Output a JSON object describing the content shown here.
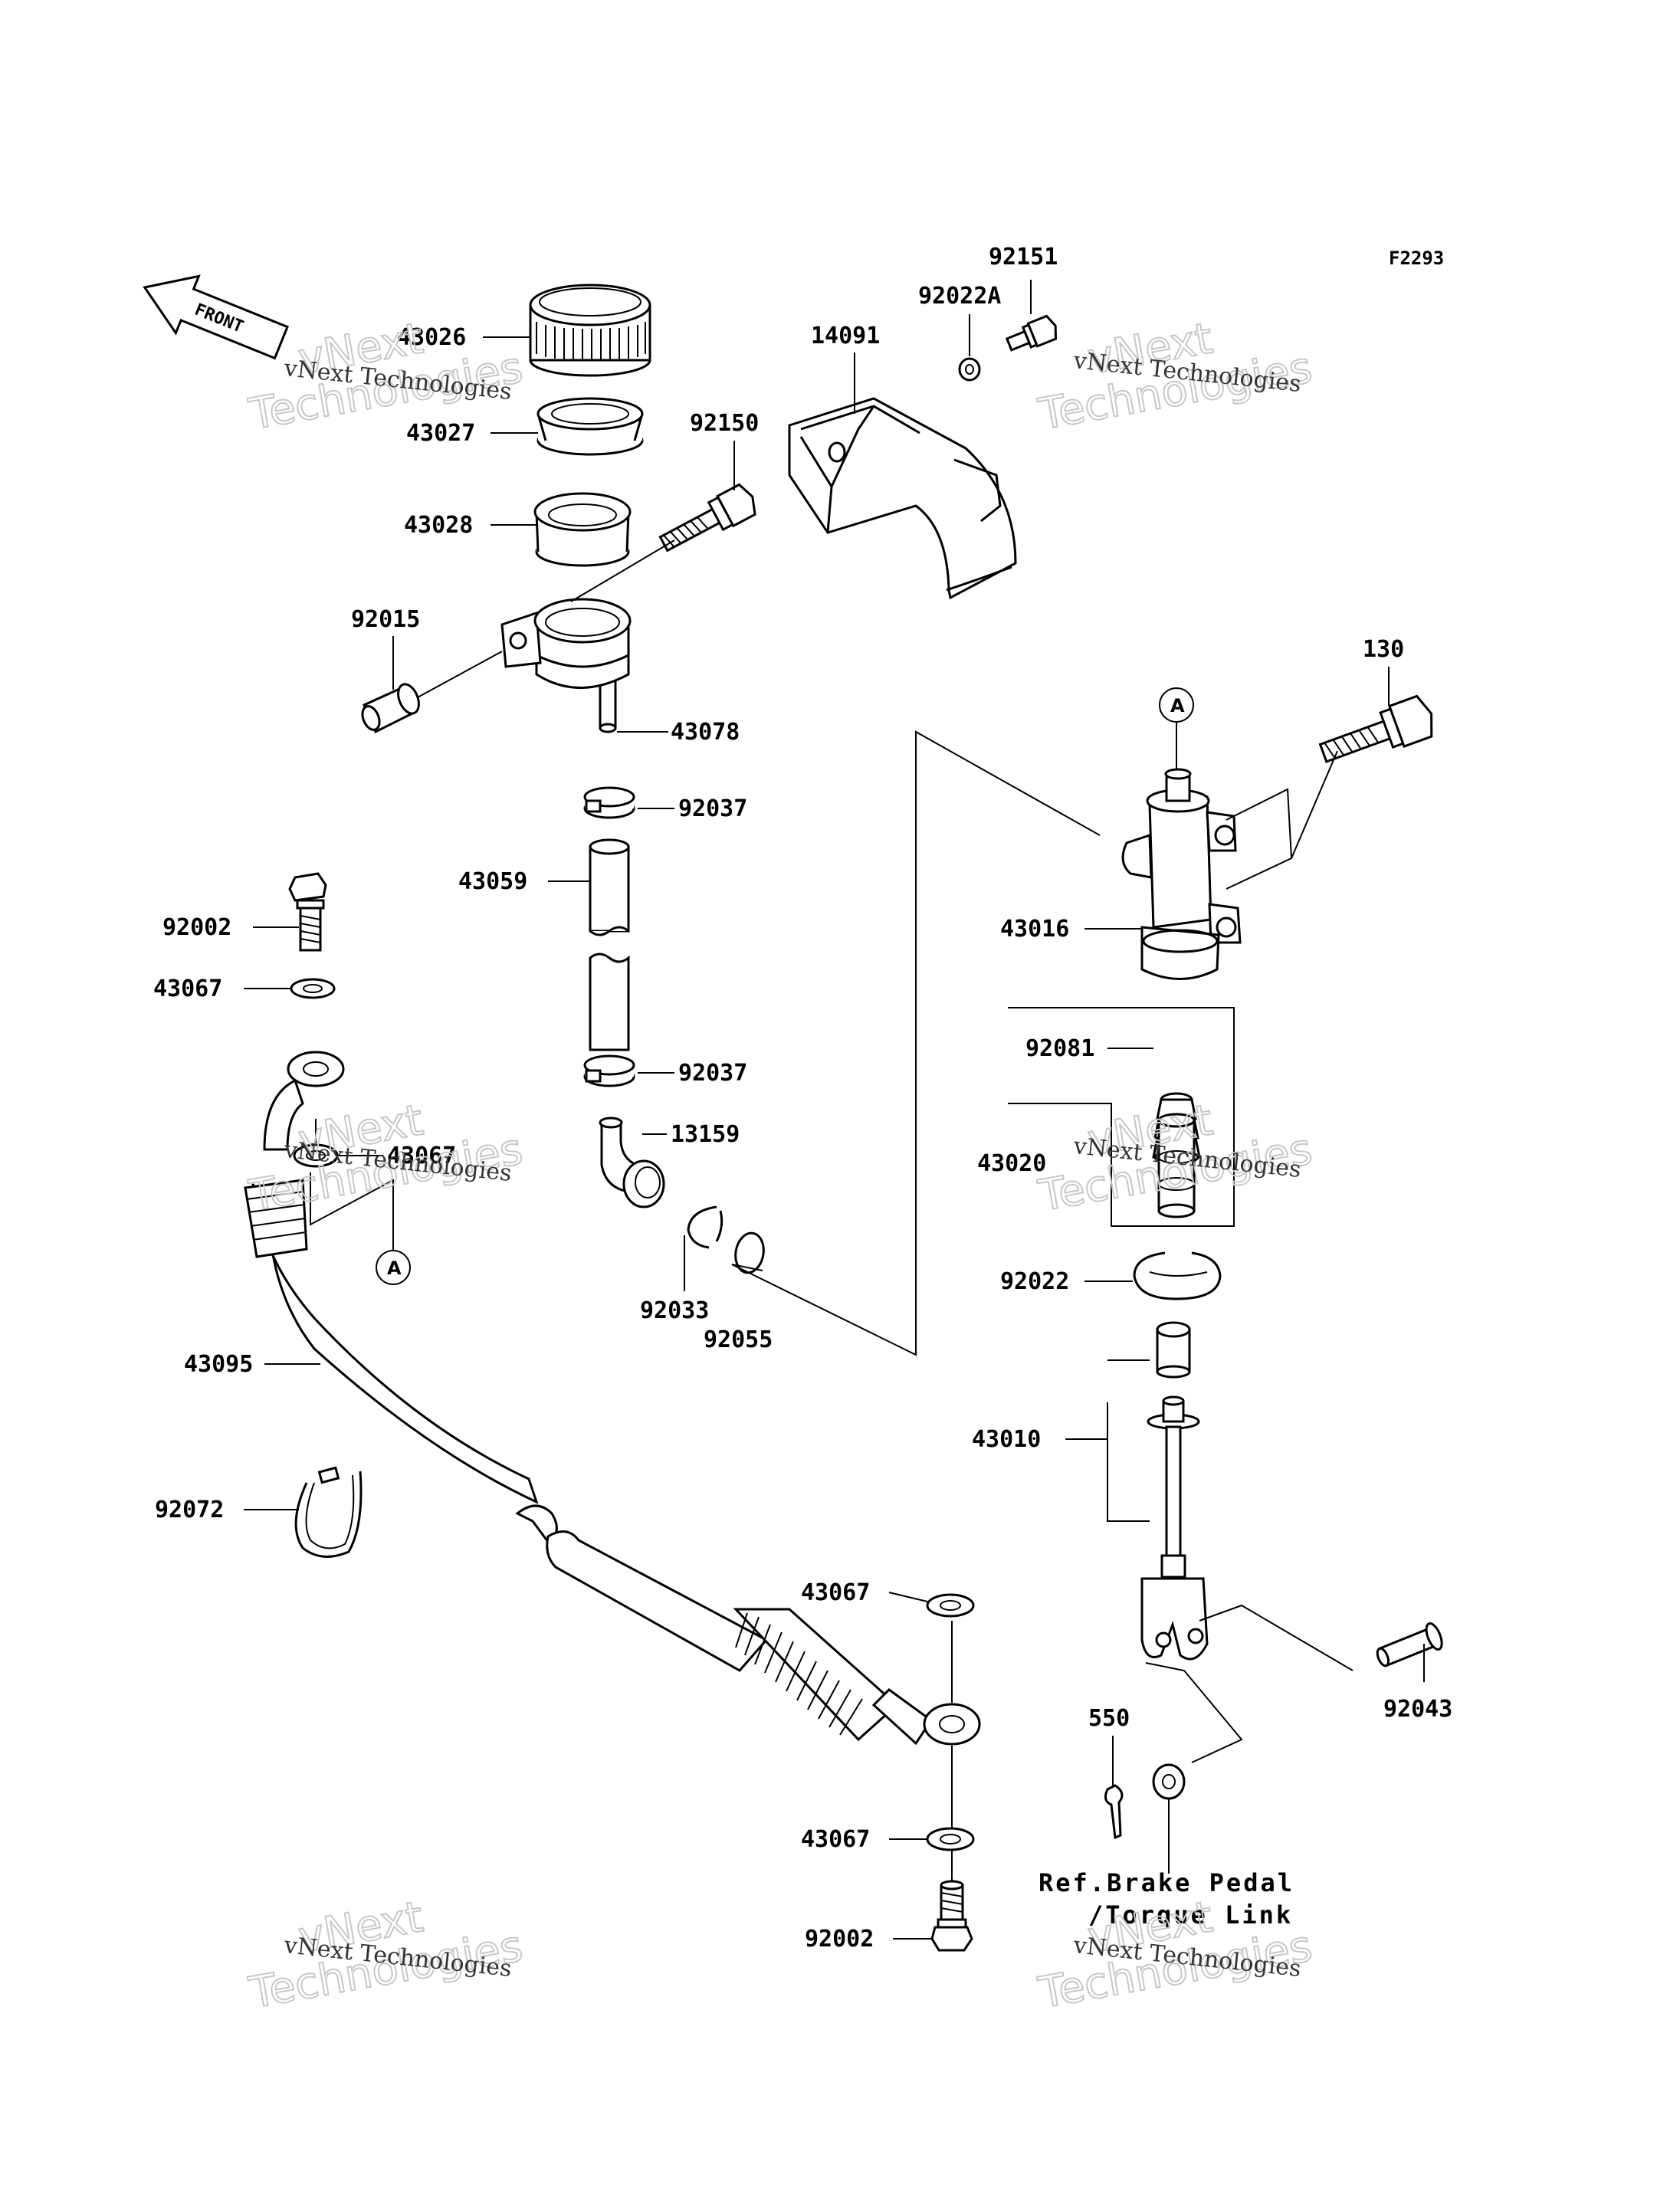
{
  "diagram": {
    "code": "F2293",
    "front_label": "FRONT",
    "circle_ref": "A",
    "ref_note": [
      "Ref.Brake Pedal",
      "/Torque Link"
    ],
    "parts": [
      {
        "id": "p-43026",
        "number": "43026"
      },
      {
        "id": "p-43027",
        "number": "43027"
      },
      {
        "id": "p-43028",
        "number": "43028"
      },
      {
        "id": "p-92015",
        "number": "92015"
      },
      {
        "id": "p-43078",
        "number": "43078"
      },
      {
        "id": "p-92150",
        "number": "92150"
      },
      {
        "id": "p-14091",
        "number": "14091"
      },
      {
        "id": "p-92022A",
        "number": "92022A"
      },
      {
        "id": "p-92151",
        "number": "92151"
      },
      {
        "id": "p-130",
        "number": "130"
      },
      {
        "id": "p-43016",
        "number": "43016"
      },
      {
        "id": "p-92081",
        "number": "92081"
      },
      {
        "id": "p-43020",
        "number": "43020"
      },
      {
        "id": "p-92022",
        "number": "92022"
      },
      {
        "id": "p-43010",
        "number": "43010"
      },
      {
        "id": "p-92043",
        "number": "92043"
      },
      {
        "id": "p-550",
        "number": "550"
      },
      {
        "id": "p-92037a",
        "number": "92037"
      },
      {
        "id": "p-43059",
        "number": "43059"
      },
      {
        "id": "p-92037b",
        "number": "92037"
      },
      {
        "id": "p-13159",
        "number": "13159"
      },
      {
        "id": "p-92033",
        "number": "92033"
      },
      {
        "id": "p-92055",
        "number": "92055"
      },
      {
        "id": "p-92002a",
        "number": "92002"
      },
      {
        "id": "p-43067a",
        "number": "43067"
      },
      {
        "id": "p-43067b",
        "number": "43067"
      },
      {
        "id": "p-43095",
        "number": "43095"
      },
      {
        "id": "p-92072",
        "number": "92072"
      },
      {
        "id": "p-43067c",
        "number": "43067"
      },
      {
        "id": "p-43067d",
        "number": "43067"
      },
      {
        "id": "p-92002b",
        "number": "92002"
      }
    ],
    "watermark": {
      "brand": "vNext",
      "line": "Technologies",
      "small": "vNext Technologies"
    }
  }
}
